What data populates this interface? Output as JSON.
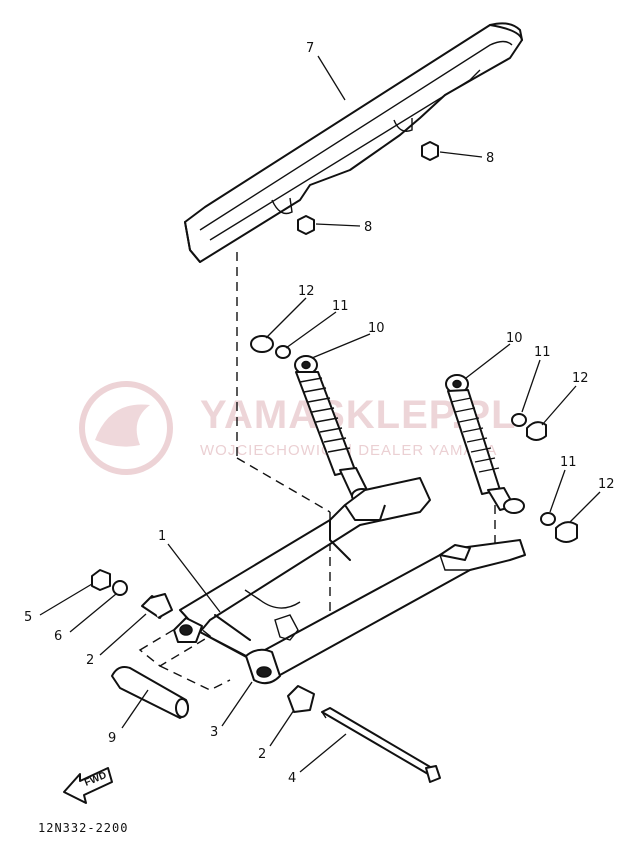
{
  "diagram": {
    "drawing_code": "12N332-2200",
    "fwd_label": "FWD",
    "watermark": {
      "title": "YAMASKLEP.PL",
      "subtitle": "WOJCIECHOWICZ | DEALER YAMAHA",
      "color": "#e8c8cc"
    },
    "callouts": [
      {
        "id": "7",
        "label": "7"
      },
      {
        "id": "8a",
        "label": "8"
      },
      {
        "id": "8b",
        "label": "8"
      },
      {
        "id": "12a",
        "label": "12"
      },
      {
        "id": "11a",
        "label": "11"
      },
      {
        "id": "10a",
        "label": "10"
      },
      {
        "id": "10b",
        "label": "10"
      },
      {
        "id": "11b",
        "label": "11"
      },
      {
        "id": "12b",
        "label": "12"
      },
      {
        "id": "11c",
        "label": "11"
      },
      {
        "id": "12c",
        "label": "12"
      },
      {
        "id": "1",
        "label": "1"
      },
      {
        "id": "5",
        "label": "5"
      },
      {
        "id": "6",
        "label": "6"
      },
      {
        "id": "2a",
        "label": "2"
      },
      {
        "id": "9",
        "label": "9"
      },
      {
        "id": "3",
        "label": "3"
      },
      {
        "id": "2b",
        "label": "2"
      },
      {
        "id": "4",
        "label": "4"
      }
    ]
  }
}
